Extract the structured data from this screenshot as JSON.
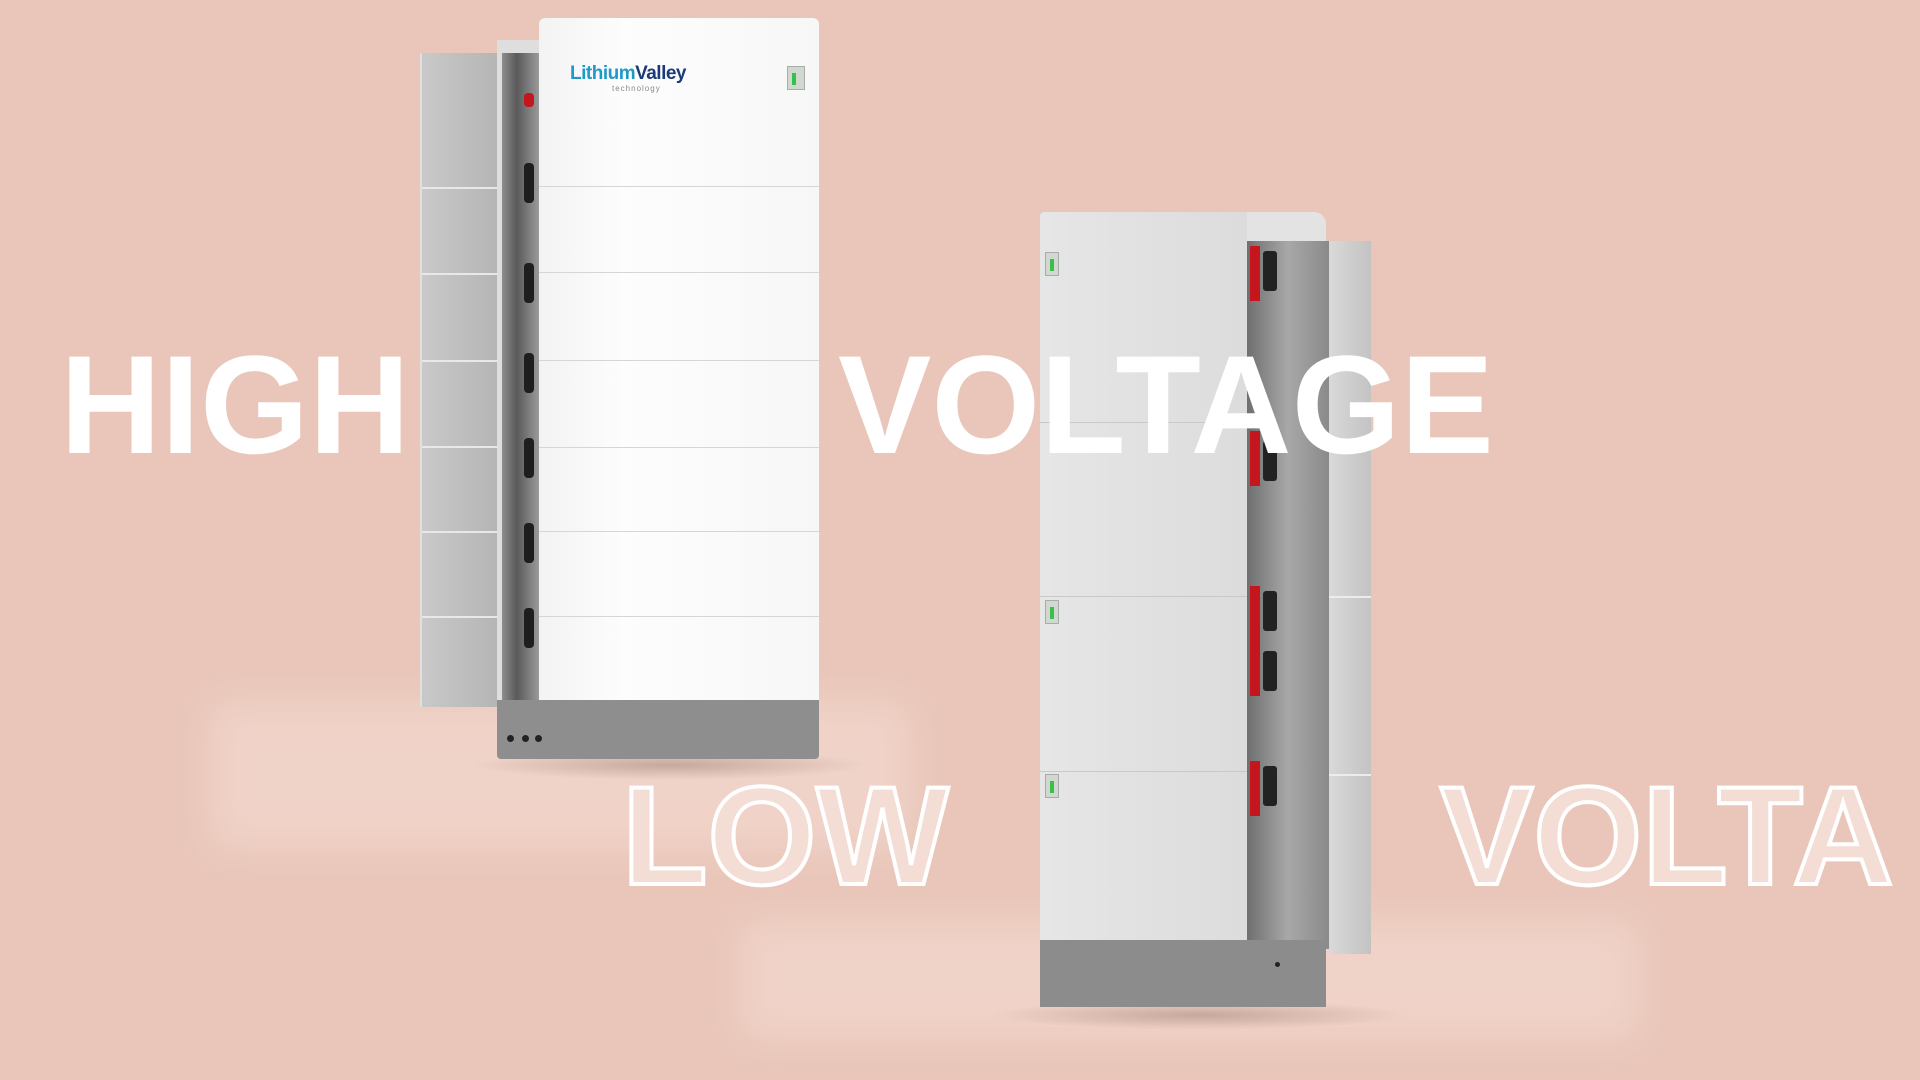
{
  "headline": {
    "high": "HIGH",
    "voltage_1": "VOLTAGE",
    "low": "LOW",
    "voltage_2": "VOLTA"
  },
  "logo": {
    "brand_part1": "Lithium",
    "brand_part2": "Valley",
    "tagline": "technology"
  },
  "colors": {
    "background": "#e9c6b9",
    "text": "#ffffff",
    "logo_blue": "#1e9ac8",
    "logo_navy": "#1c3a7a"
  }
}
